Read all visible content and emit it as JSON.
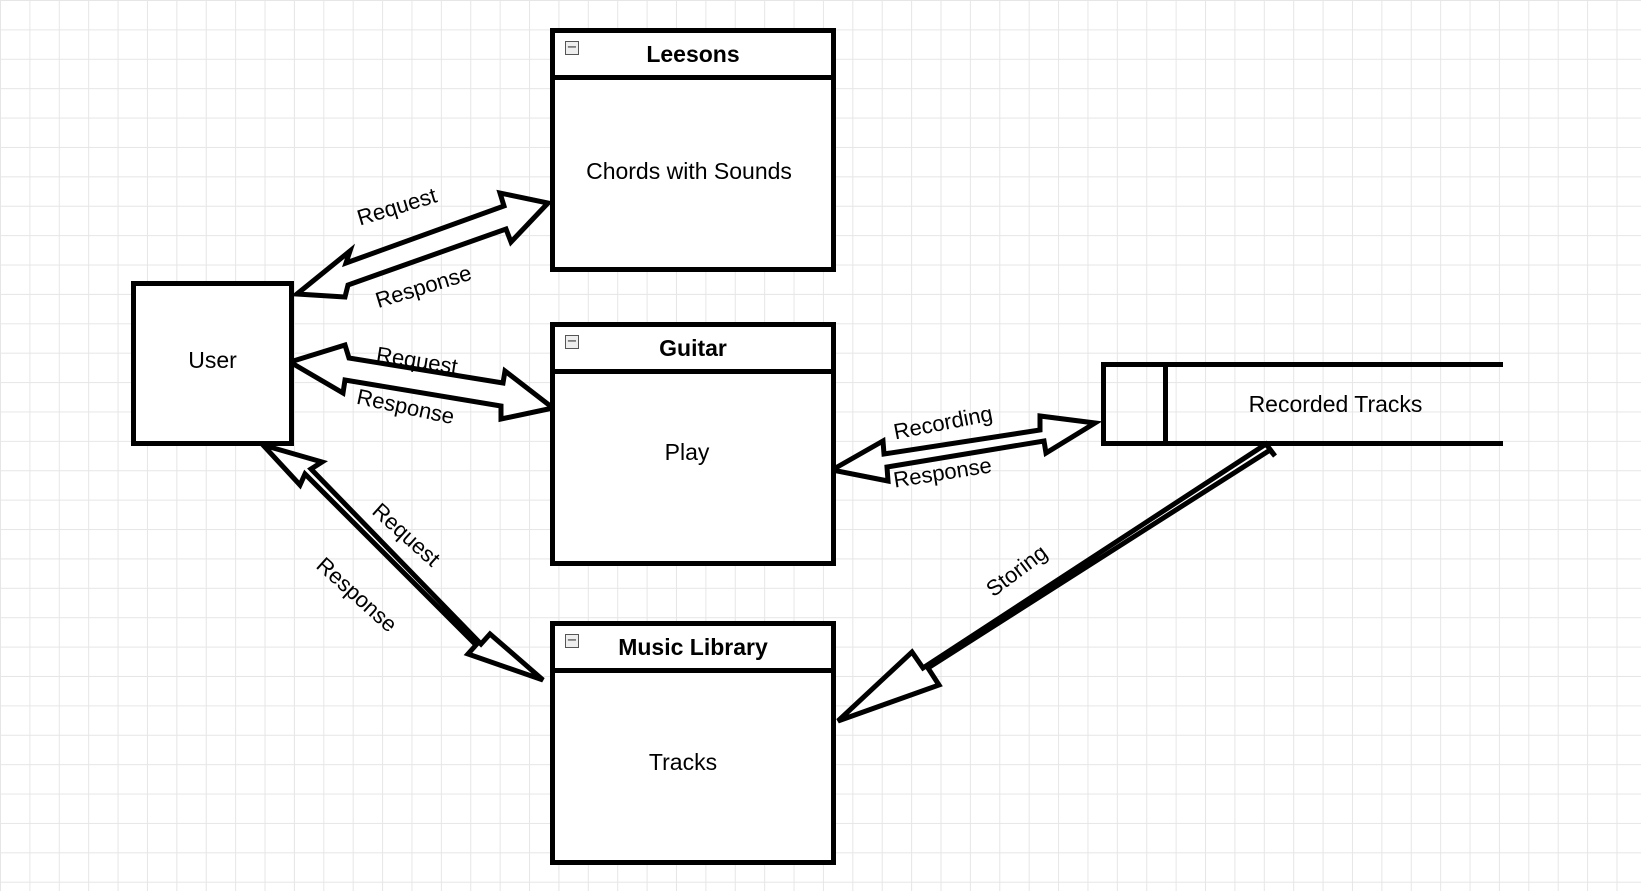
{
  "nodes": {
    "user": {
      "label": "User"
    },
    "lessons": {
      "title": "Leesons",
      "body": "Chords with Sounds",
      "collapse_icon": "minus-square-icon"
    },
    "guitar": {
      "title": "Guitar",
      "body": "Play",
      "collapse_icon": "minus-square-icon"
    },
    "library": {
      "title": "Music Library",
      "body": "Tracks",
      "collapse_icon": "minus-square-icon"
    },
    "store": {
      "label": "Recorded Tracks"
    }
  },
  "flows": {
    "user_lessons": {
      "request": "Request",
      "response": "Response"
    },
    "user_guitar": {
      "request": "Request",
      "response": "Response"
    },
    "user_library": {
      "request": "Request",
      "response": "Response"
    },
    "guitar_store": {
      "recording": "Recording",
      "response": "Response"
    },
    "store_library": {
      "storing": "Storing"
    }
  },
  "colors": {
    "stroke": "#000000",
    "grid": "#e6e6e6",
    "background": "#ffffff"
  }
}
